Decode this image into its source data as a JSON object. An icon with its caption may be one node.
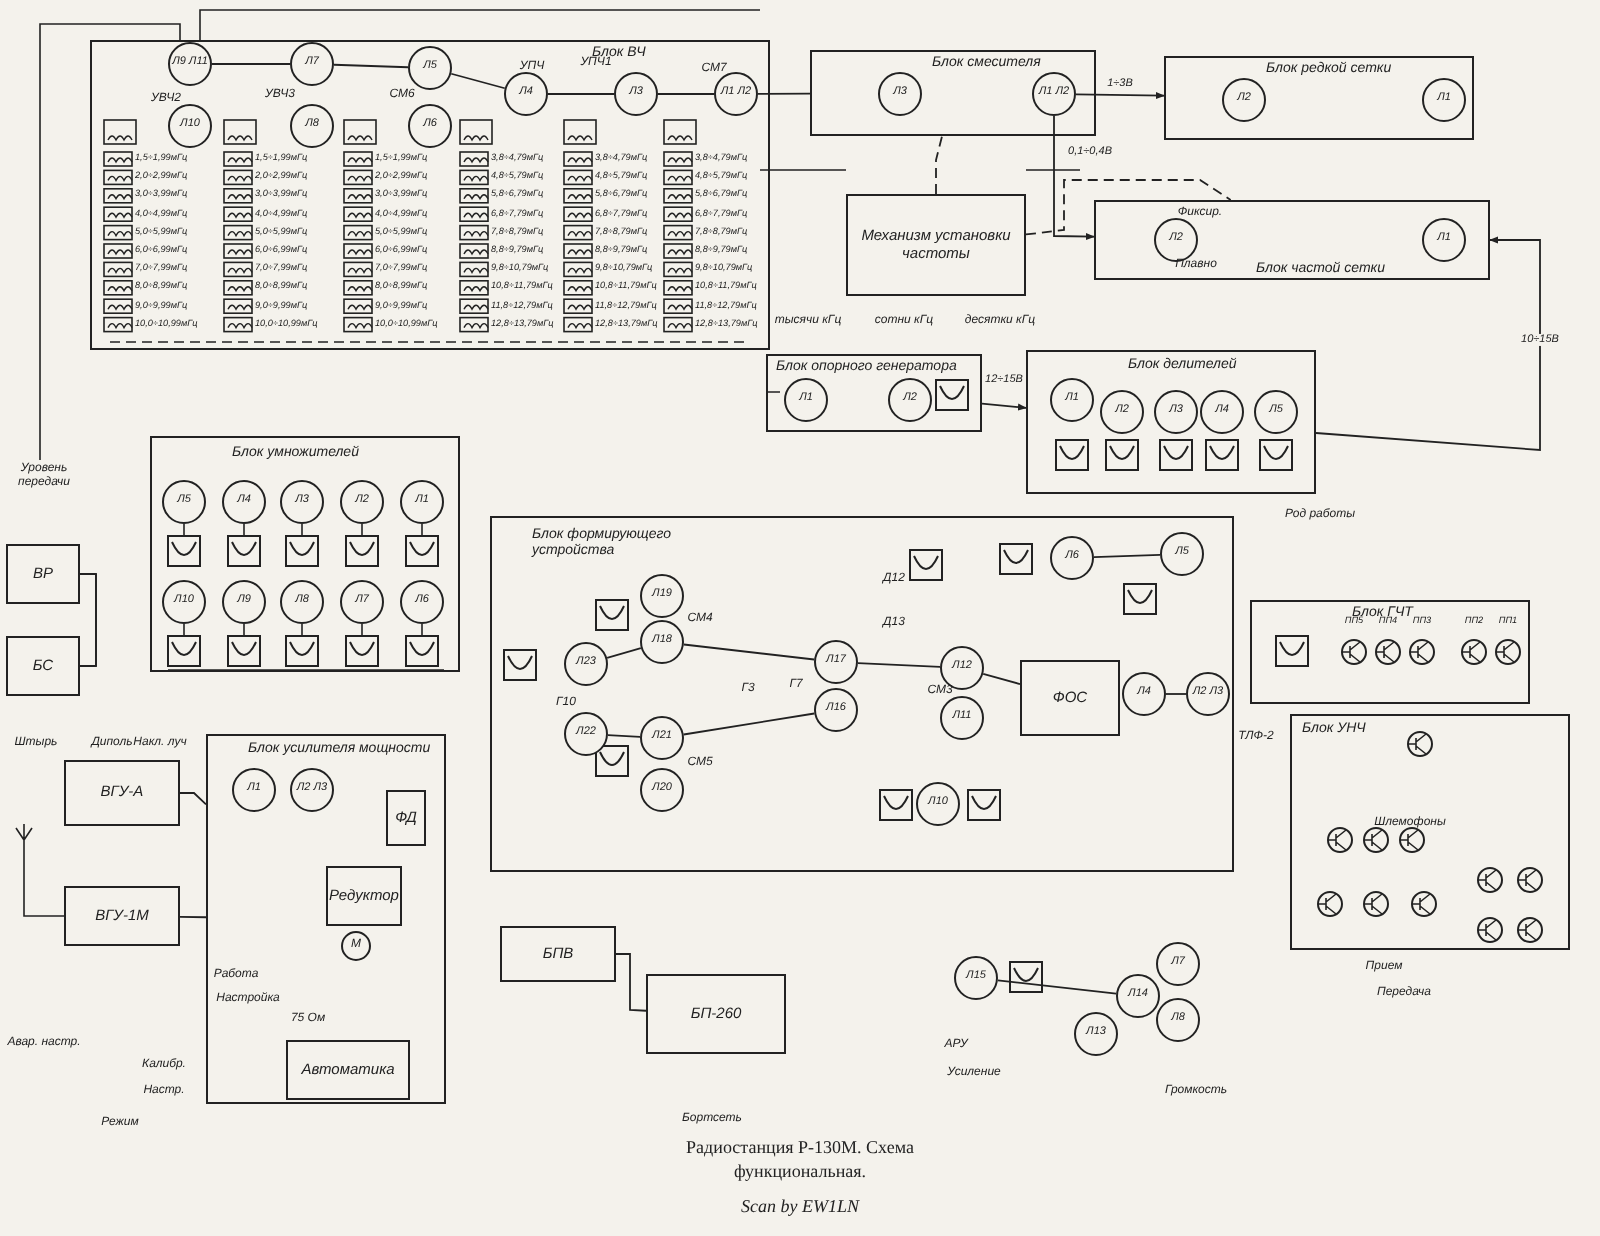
{
  "diagram": {
    "caption": "Радиостанция Р-130М. Схема функциональная.",
    "nodes": [
      {
        "text": [
          "Блок ВЧ"
        ]
      },
      {
        "text": [
          "Л9 Л11"
        ],
        "in": 0
      },
      {
        "text": [
          "Л10"
        ],
        "in": 0
      },
      {
        "text": [
          "Л7"
        ],
        "in": 0
      },
      {
        "text": [
          "Л8"
        ],
        "in": 0
      },
      {
        "text": [
          "Л5"
        ],
        "in": 0
      },
      {
        "text": [
          "Л6"
        ],
        "in": 0
      },
      {
        "text": [
          "Л4"
        ],
        "in": 0
      },
      {
        "text": [
          "Л3"
        ],
        "in": 0
      },
      {
        "text": [
          "Л1 Л2"
        ],
        "in": 0
      },
      {
        "text": [
          "Блок смесителя"
        ]
      },
      {
        "text": [
          "Л3"
        ],
        "in": 10
      },
      {
        "text": [
          "Л1 Л2"
        ],
        "in": 10
      },
      {
        "text": [
          "Блок редкой сетки"
        ]
      },
      {
        "text": [
          "Л2"
        ],
        "in": 13
      },
      {
        "text": [
          "Л1"
        ],
        "in": 13
      },
      {
        "text": [
          "Механизм установки частоты"
        ]
      },
      {
        "text": [
          "Блок частой сетки"
        ]
      },
      {
        "text": [
          "Л2"
        ],
        "in": 17
      },
      {
        "text": [
          "Л1"
        ],
        "in": 17
      },
      {
        "text": [
          "Блок опорного генератора"
        ]
      },
      {
        "text": [
          "Л1"
        ],
        "in": 20
      },
      {
        "text": [
          "Л2"
        ],
        "in": 20
      },
      {
        "text": [
          "Блок делителей"
        ]
      },
      {
        "text": [
          "Л1"
        ],
        "in": 23
      },
      {
        "text": [
          "Л2"
        ],
        "in": 23
      },
      {
        "text": [
          "Л3"
        ],
        "in": 23
      },
      {
        "text": [
          "Л4"
        ],
        "in": 23
      },
      {
        "text": [
          "Л5"
        ],
        "in": 23
      },
      {
        "text": [
          "Блок умножителей"
        ]
      },
      {
        "text": [
          "Л5"
        ],
        "in": 29
      },
      {
        "text": [
          "Л4"
        ],
        "in": 29
      },
      {
        "text": [
          "Л3"
        ],
        "in": 29
      },
      {
        "text": [
          "Л2"
        ],
        "in": 29
      },
      {
        "text": [
          "Л1"
        ],
        "in": 29
      },
      {
        "text": [
          "Л10"
        ],
        "in": 29
      },
      {
        "text": [
          "Л9"
        ],
        "in": 29
      },
      {
        "text": [
          "Л8"
        ],
        "in": 29
      },
      {
        "text": [
          "Л7"
        ],
        "in": 29
      },
      {
        "text": [
          "Л6"
        ],
        "in": 29
      },
      {
        "text": [
          "ВР"
        ]
      },
      {
        "text": [
          "БС"
        ]
      },
      {
        "text": [
          "Блок формирующего устройства"
        ]
      },
      {
        "text": [
          "Л23"
        ],
        "in": 42
      },
      {
        "text": [
          "Л22"
        ],
        "in": 42
      },
      {
        "text": [
          "Л19"
        ],
        "in": 42
      },
      {
        "text": [
          "Л18"
        ],
        "in": 42
      },
      {
        "text": [
          "Л21"
        ],
        "in": 42
      },
      {
        "text": [
          "Л20"
        ],
        "in": 42
      },
      {
        "text": [
          "Л17"
        ],
        "in": 42
      },
      {
        "text": [
          "Л16"
        ],
        "in": 42
      },
      {
        "text": [
          "Л12"
        ],
        "in": 42
      },
      {
        "text": [
          "Л11"
        ],
        "in": 42
      },
      {
        "text": [
          "ФОС"
        ],
        "in": 42
      },
      {
        "text": [
          "Л4"
        ],
        "in": 42
      },
      {
        "text": [
          "Л2 Л3"
        ],
        "in": 42
      },
      {
        "text": [
          "Л6"
        ],
        "in": 42
      },
      {
        "text": [
          "Л5"
        ],
        "in": 42
      },
      {
        "text": [
          "Л10"
        ],
        "in": 42
      },
      {
        "text": [
          "Л15"
        ]
      },
      {
        "text": [
          "Л14"
        ]
      },
      {
        "text": [
          "Л7"
        ]
      },
      {
        "text": [
          "Л8"
        ]
      },
      {
        "text": [
          "Л13"
        ]
      },
      {
        "text": [
          "Блок ГЧТ"
        ]
      },
      {
        "text": [
          "Блок УНЧ"
        ]
      },
      {
        "text": [
          "ВГУ-А"
        ]
      },
      {
        "text": [
          "ВГУ-1М"
        ]
      },
      {
        "text": [
          "Блок усилителя мощности"
        ]
      },
      {
        "text": [
          "Л1"
        ],
        "in": 68
      },
      {
        "text": [
          "Л2 Л3"
        ],
        "in": 68
      },
      {
        "text": [
          "ФД"
        ],
        "in": 68
      },
      {
        "text": [
          "Редуктор"
        ],
        "in": 68
      },
      {
        "text": [
          "Автоматика"
        ],
        "in": 68
      },
      {
        "text": [
          "БПВ"
        ]
      },
      {
        "text": [
          "БП-260"
        ]
      }
    ],
    "edges": [
      {
        "from": 9,
        "to": 10,
        "arrow": "none"
      },
      {
        "from": 12,
        "to": 13,
        "arrow": "to",
        "label": "1÷3В"
      },
      {
        "from": 12,
        "to": 17,
        "arrow": "to",
        "label": "0,1÷0,4В"
      },
      {
        "from": 16,
        "to": 10,
        "arrow": "none",
        "style": "dashed"
      },
      {
        "from": 16,
        "to": 17,
        "arrow": "none",
        "style": "dashed"
      },
      {
        "from": 20,
        "to": 23,
        "arrow": "to",
        "label": "12÷15В"
      },
      {
        "from": 23,
        "to": 17,
        "arrow": "to",
        "label": "10÷15В"
      },
      {
        "from": 74,
        "to": 75,
        "arrow": "none"
      },
      {
        "from": 40,
        "to": 41,
        "arrow": "none"
      },
      {
        "from": 1,
        "to": 3,
        "arrow": "none"
      },
      {
        "from": 3,
        "to": 5,
        "arrow": "none"
      },
      {
        "from": 5,
        "to": 7,
        "arrow": "none"
      },
      {
        "from": 7,
        "to": 8,
        "arrow": "none"
      },
      {
        "from": 8,
        "to": 9,
        "arrow": "none"
      },
      {
        "from": 43,
        "to": 46,
        "arrow": "none"
      },
      {
        "from": 44,
        "to": 47,
        "arrow": "none"
      },
      {
        "from": 46,
        "to": 49,
        "arrow": "none"
      },
      {
        "from": 47,
        "to": 50,
        "arrow": "none"
      },
      {
        "from": 49,
        "to": 51,
        "arrow": "none"
      },
      {
        "from": 51,
        "to": 53,
        "arrow": "none"
      },
      {
        "from": 54,
        "to": 55,
        "arrow": "none"
      },
      {
        "from": 56,
        "to": 57,
        "arrow": "none"
      },
      {
        "from": 59,
        "to": 60,
        "arrow": "none"
      },
      {
        "from": 66,
        "to": 68,
        "arrow": "none"
      },
      {
        "from": 67,
        "to": 68,
        "arrow": "none"
      }
    ],
    "labels": [
      "УВЧ2",
      "УВЧ3",
      "СМ6",
      "УПЧ",
      "УПЧ1",
      "СМ7",
      "1,5÷1,99мГц",
      "2,0÷2,99мГц",
      "3,0÷3,99мГц",
      "4,0÷4,99мГц",
      "5,0÷5,99мГц",
      "6,0÷6,99мГц",
      "7,0÷7,99мГц",
      "8,0÷8,99мГц",
      "9,0÷9,99мГц",
      "10,0÷10,99мГц",
      "1,5÷1,99мГц",
      "2,0÷2,99мГц",
      "3,0÷3,99мГц",
      "4,0÷4,99мГц",
      "5,0÷5,99мГц",
      "6,0÷6,99мГц",
      "7,0÷7,99мГц",
      "8,0÷8,99мГц",
      "9,0÷9,99мГц",
      "10,0÷10,99мГц",
      "1,5÷1,99мГц",
      "2,0÷2,99мГц",
      "3,0÷3,99мГц",
      "4,0÷4,99мГц",
      "5,0÷5,99мГц",
      "6,0÷6,99мГц",
      "7,0÷7,99мГц",
      "8,0÷8,99мГц",
      "9,0÷9,99мГц",
      "10,0÷10,99мГц",
      "3,8÷4,79мГц",
      "4,8÷5,79мГц",
      "5,8÷6,79мГц",
      "6,8÷7,79мГц",
      "7,8÷8,79мГц",
      "8,8÷9,79мГц",
      "9,8÷10,79мГц",
      "10,8÷11,79мГц",
      "11,8÷12,79мГц",
      "12,8÷13,79мГц",
      "3,8÷4,79мГц",
      "4,8÷5,79мГц",
      "5,8÷6,79мГц",
      "6,8÷7,79мГц",
      "7,8÷8,79мГц",
      "8,8÷9,79мГц",
      "9,8÷10,79мГц",
      "10,8÷11,79мГц",
      "11,8÷12,79мГц",
      "12,8÷13,79мГц",
      "3,8÷4,79мГц",
      "4,8÷5,79мГц",
      "5,8÷6,79мГц",
      "6,8÷7,79мГц",
      "7,8÷8,79мГц",
      "8,8÷9,79мГц",
      "9,8÷10,79мГц",
      "10,8÷11,79мГц",
      "11,8÷12,79мГц",
      "12,8÷13,79мГц",
      "Уровень передачи",
      "тысячи кГц",
      "сотни кГц",
      "десятки кГц",
      "Фиксир.",
      "Плавно",
      "Род работы",
      "СМ4",
      "Г10",
      "СМ5",
      "Г3",
      "Г7",
      "СМ3",
      "Д12",
      "Д13",
      "Шлемофоны",
      "Штырь",
      "Диполь",
      "Накл. луч",
      "Работа",
      "Настройка",
      "75 Ом",
      "Авар. настр.",
      "Калибр.",
      "Настр.",
      "Режим",
      "М",
      "Усиление",
      "Громкость",
      "Прием",
      "Передача",
      "Бортсеть",
      "АРУ",
      "ТЛФ-2",
      "Scan by EW1LN",
      "ПП5",
      "ПП4",
      "ПП3",
      "ПП2",
      "ПП1"
    ]
  }
}
